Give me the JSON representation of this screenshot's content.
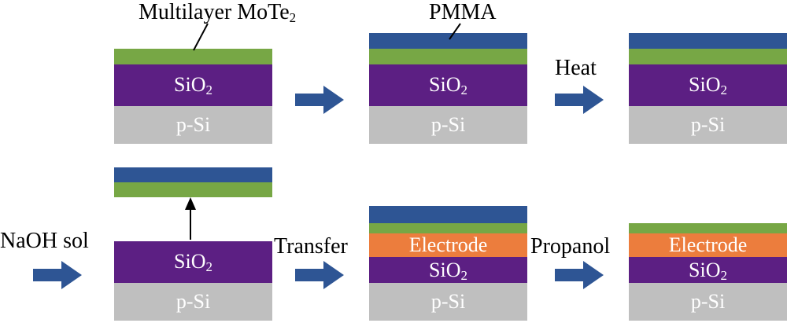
{
  "colors": {
    "psi": "#bfbfbf",
    "sio2": "#5c1f83",
    "mote2": "#77a745",
    "pmma": "#2e5594",
    "electrode": "#ec7d3d",
    "arrow": "#2e5594"
  },
  "labels": {
    "multilayer": "Multilayer MoTe",
    "multilayer_sub": "2",
    "pmma": "PMMA",
    "sio2": "SiO",
    "sio2_sub": "2",
    "psi": "p-Si",
    "electrode": "Electrode"
  },
  "steps": {
    "heat": "Heat",
    "naoh": "NaOH sol",
    "transfer": "Transfer",
    "propanol": "Propanol"
  }
}
